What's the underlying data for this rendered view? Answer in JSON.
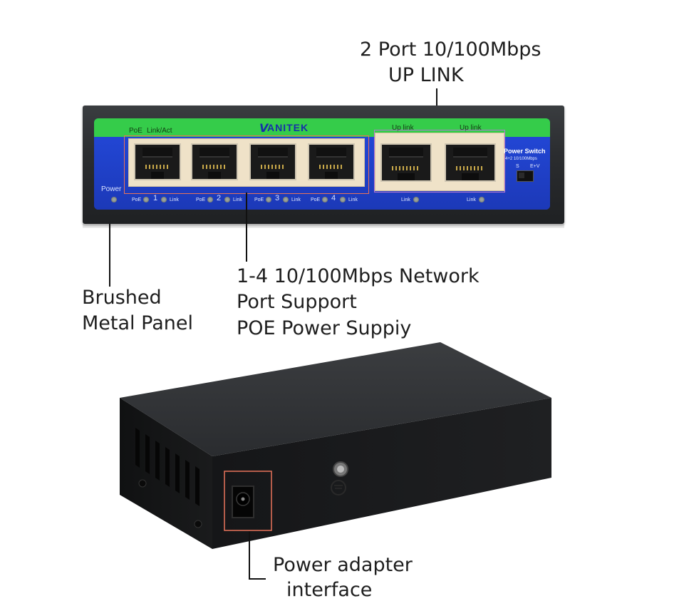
{
  "device": {
    "brand": "ANITEK",
    "brand_mark": "V",
    "green_strip": {
      "poe_label": "PoE",
      "link_act_label": "Link/Act",
      "uplink_label_1": "Up link",
      "uplink_label_2": "Up link"
    },
    "power_label": "Power",
    "power_switch": {
      "title": "Power Switch",
      "subtitle": "4+2 10/100Mbps",
      "pos_s": "S",
      "pos_ev": "E+V"
    },
    "port_labels": [
      {
        "poe": "PoE",
        "num": "1",
        "link": "Link"
      },
      {
        "poe": "PoE",
        "num": "2",
        "link": "Link"
      },
      {
        "poe": "PoE",
        "num": "3",
        "link": "Link"
      },
      {
        "poe": "PoE",
        "num": "4",
        "link": "Link"
      }
    ],
    "uplink_port_labels": [
      "Link",
      "Link"
    ]
  },
  "callouts": {
    "uplink": {
      "line1": "2 Port 10/100Mbps",
      "line2": "UP LINK"
    },
    "panel": {
      "line1": "Brushed",
      "line2": "Metal Panel"
    },
    "network": {
      "line1": "1-4 10/100Mbps Network",
      "line2": "Port Support",
      "line3": "POE Power Suppiy"
    },
    "power_adapter": {
      "line1": "Power adapter",
      "line2": "interface"
    }
  },
  "colors": {
    "face_blue": "#1f3dbf",
    "face_green": "#35cc4a",
    "highlight_orange": "#e8735a",
    "highlight_purple": "#b577d6"
  }
}
